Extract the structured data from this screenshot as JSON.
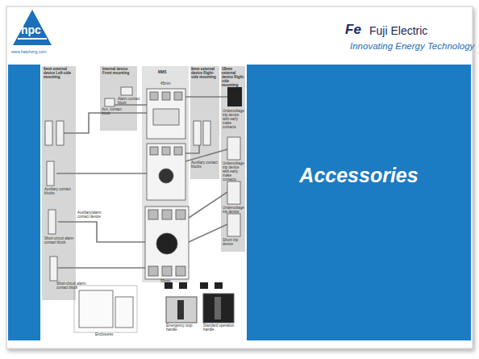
{
  "diagram": {
    "title": "Accessories",
    "labels": [
      "hpc",
      "www.haiphong.com",
      "Fe",
      "Fuji Electric",
      "Innovating Energy Technology",
      "9mm external device Left-side mounting",
      "Internal device Front mounting",
      "MMS",
      "9mm external device Right-side mounting",
      "18mm external device Right-side mounting",
      "45mm",
      "Alarm contact block",
      "Aux. contact block",
      "Auxiliary contact blocks",
      "Auxiliary contact blocks",
      "Auxiliary/alarm contact device",
      "Short-circuit alarm contact block",
      "Short-circuit alarm contact block",
      "Undervoltage trip device with early make contacts",
      "Undervoltage trip device with early make contacts",
      "Undervoltage trip device",
      "Shunt trip device",
      "55mm",
      "Enclosures",
      "Emergency stop handle",
      "Standard operation handle"
    ]
  }
}
